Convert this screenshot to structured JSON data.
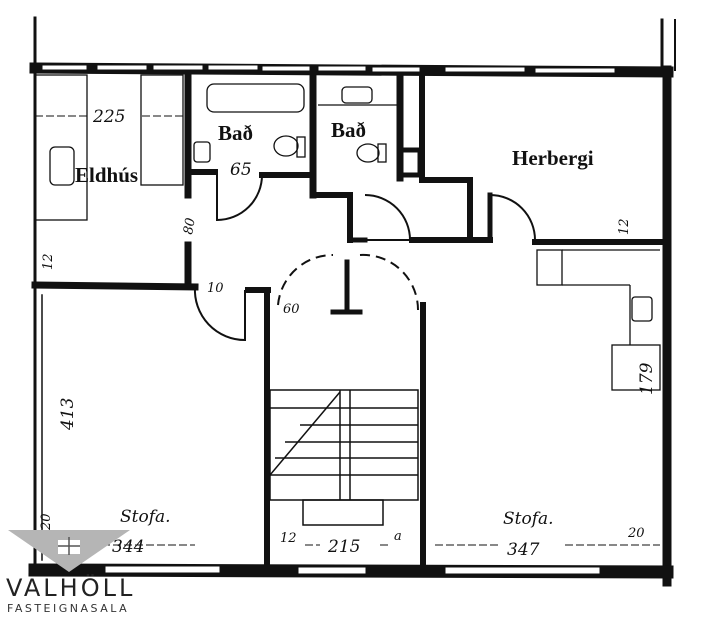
{
  "rooms": {
    "kitchen": "Eldhús",
    "bath1": "Bað",
    "bath2": "Bað",
    "bedroom": "Herbergi",
    "living_left": "Stofa.",
    "living_right": "Stofa."
  },
  "dimensions": {
    "kitchen_width": "225",
    "bath_door": "65",
    "hall_wall": "80",
    "kitchen_side": "12",
    "hall_door": "10",
    "stair_door": "60",
    "left_height": "413",
    "left_width": "344",
    "stair_left": "12",
    "stair_width": "215",
    "stair_right": "a",
    "right_width": "347",
    "right_side": "20",
    "left_side": "20",
    "bedroom_side": "12",
    "right_height": "179"
  },
  "logo": {
    "name": "VALHÖLL",
    "subtitle": "FASTEIGNASALA",
    "color": "#b5b5b5"
  }
}
